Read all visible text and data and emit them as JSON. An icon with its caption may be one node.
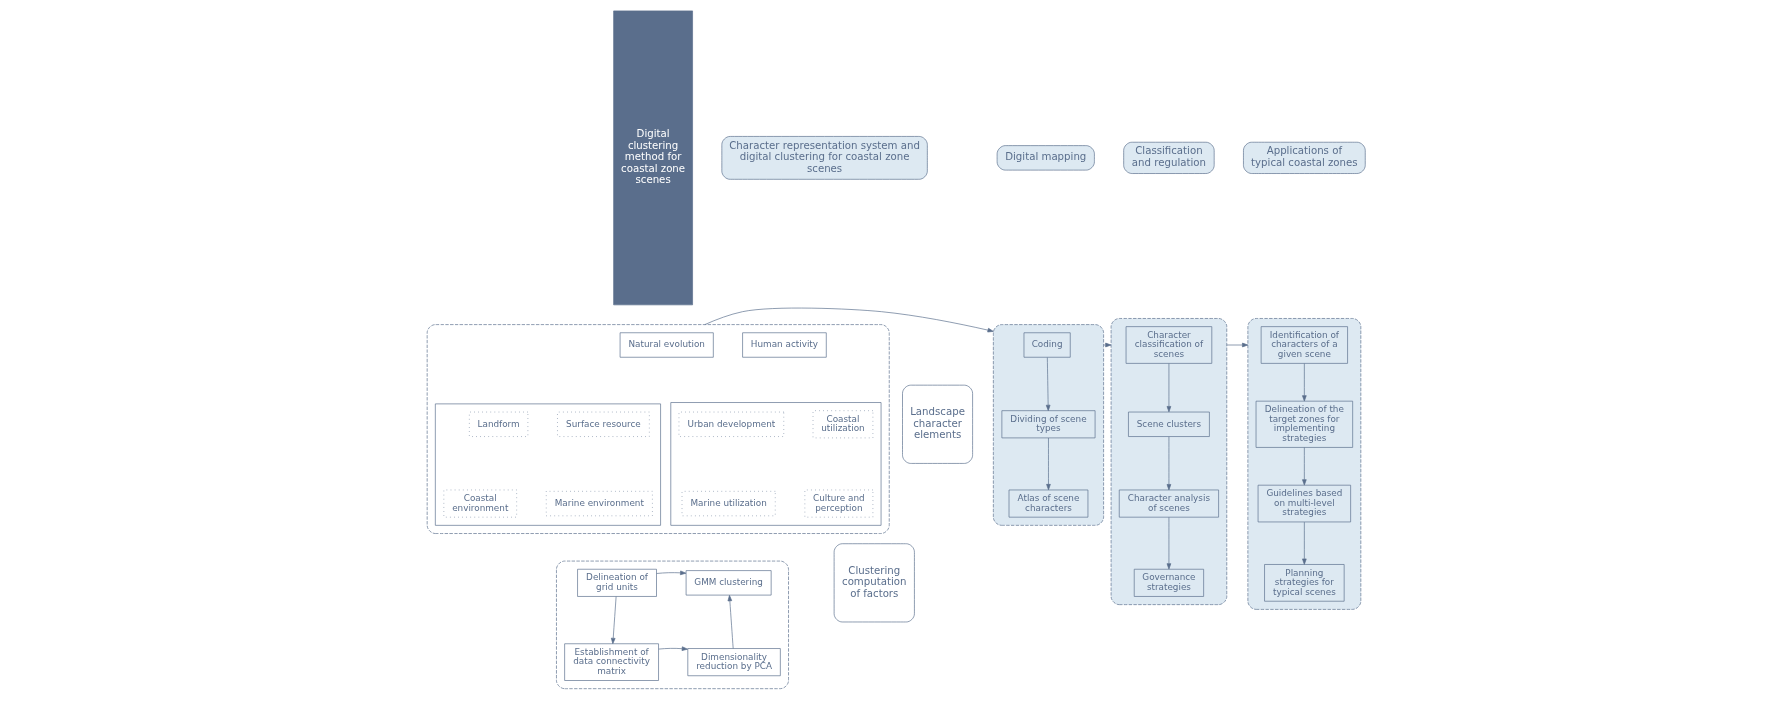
{
  "diagram": {
    "nodes": [
      {
        "text": [
          "Digital clustering method for coastal zone scenes"
        ]
      },
      {
        "text": [
          "Character representation system and digital clustering for coastal zone scenes"
        ]
      },
      {
        "text": [
          "Digital mapping"
        ]
      },
      {
        "text": [
          "Classification and regulation"
        ]
      },
      {
        "text": [
          "Applications of typical coastal zones"
        ]
      },
      {
        "text": [
          "Landscape character elements"
        ]
      },
      {
        "text": [],
        "shape": "box"
      },
      {
        "text": [
          "Natural evolution"
        ],
        "in": 6
      },
      {
        "text": [],
        "shape": "box",
        "in": 6
      },
      {
        "text": [
          "Landform"
        ],
        "in": 8
      },
      {
        "text": [
          "Surface resource"
        ],
        "in": 8
      },
      {
        "text": [
          "Coastal environment"
        ],
        "in": 8
      },
      {
        "text": [
          "Marine environment"
        ],
        "in": 8
      },
      {
        "text": [
          "Human activity"
        ],
        "in": 6
      },
      {
        "text": [],
        "shape": "box",
        "in": 6
      },
      {
        "text": [
          "Urban development"
        ],
        "in": 14
      },
      {
        "text": [
          "Coastal utilization"
        ],
        "in": 14
      },
      {
        "text": [
          "Marine utilization"
        ],
        "in": 14
      },
      {
        "text": [
          "Culture and perception"
        ],
        "in": 14
      },
      {
        "text": [
          "Clustering computation of factors"
        ]
      },
      {
        "text": [],
        "shape": "box"
      },
      {
        "text": [
          "Delineation of grid units"
        ],
        "in": 20
      },
      {
        "text": [
          "GMM clustering"
        ],
        "in": 20
      },
      {
        "text": [
          "Establishment of data connectivity matrix"
        ],
        "in": 20
      },
      {
        "text": [
          "Dimensionality reduction by PCA"
        ],
        "in": 20
      },
      {
        "text": [],
        "shape": "box"
      },
      {
        "text": [
          "Coding"
        ],
        "in": 25
      },
      {
        "text": [
          "Dividing of scene types"
        ],
        "in": 25
      },
      {
        "text": [
          "Atlas of scene characters"
        ],
        "in": 25
      },
      {
        "text": [],
        "shape": "box"
      },
      {
        "text": [
          "Character classification of scenes"
        ],
        "in": 29
      },
      {
        "text": [
          "Scene clusters"
        ],
        "in": 29
      },
      {
        "text": [
          "Character analysis of scenes"
        ],
        "in": 29
      },
      {
        "text": [
          "Governance strategies"
        ],
        "in": 29
      },
      {
        "text": [],
        "shape": "box"
      },
      {
        "text": [
          "Identification of characters of a given scene"
        ],
        "in": 34
      },
      {
        "text": [
          "Delineation of the target zones for implementing strategies"
        ],
        "in": 34
      },
      {
        "text": [
          "Guidelines based on multi-level strategies"
        ],
        "in": 34
      },
      {
        "text": [
          "Planning strategies for typical scenes"
        ],
        "in": 34
      }
    ],
    "edges": [
      {
        "from": 21,
        "to": 22,
        "arrow": "to"
      },
      {
        "from": 21,
        "to": 23,
        "arrow": "to"
      },
      {
        "from": 23,
        "to": 24,
        "arrow": "to"
      },
      {
        "from": 24,
        "to": 22,
        "arrow": "to"
      },
      {
        "from": 6,
        "to": 25,
        "arrow": "to"
      },
      {
        "from": 26,
        "to": 27,
        "arrow": "to"
      },
      {
        "from": 27,
        "to": 28,
        "arrow": "to"
      },
      {
        "from": 25,
        "to": 29,
        "arrow": "to"
      },
      {
        "from": 30,
        "to": 31,
        "arrow": "to"
      },
      {
        "from": 31,
        "to": 32,
        "arrow": "to"
      },
      {
        "from": 32,
        "to": 33,
        "arrow": "to"
      },
      {
        "from": 29,
        "to": 34,
        "arrow": "to"
      },
      {
        "from": 35,
        "to": 36,
        "arrow": "to"
      },
      {
        "from": 36,
        "to": 37,
        "arrow": "to"
      },
      {
        "from": 37,
        "to": 38,
        "arrow": "to"
      }
    ]
  }
}
